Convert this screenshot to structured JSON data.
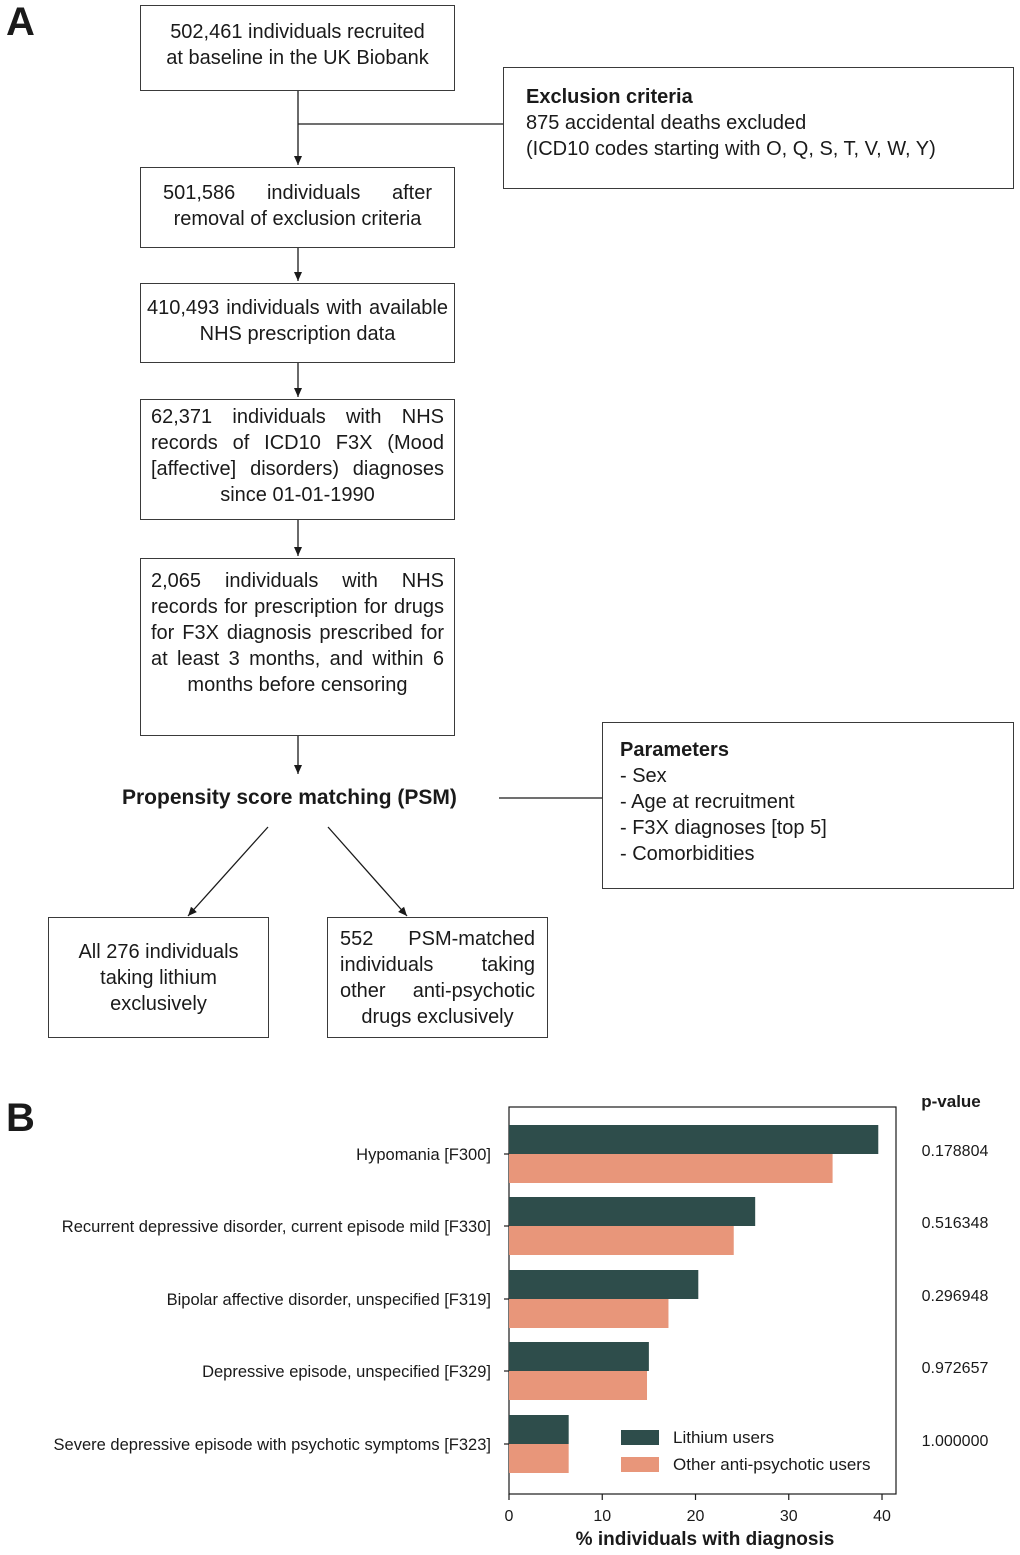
{
  "panel_a": {
    "label": "A",
    "boxes": [
      {
        "id": "recruited",
        "text": "502,461 individuals recruited at baseline in the UK Biobank"
      },
      {
        "id": "after_exclusion",
        "text": "501,586 individuals after removal of exclusion criteria"
      },
      {
        "id": "nhs_prescription",
        "text": "410,493 individuals with available NHS prescription data"
      },
      {
        "id": "f3x_records",
        "text": "62,371 individuals with NHS records of ICD10 F3X (Mood [affective] disorders) diagnoses since 01-01-1990"
      },
      {
        "id": "f3x_drugs",
        "text": "2,065 individuals with NHS records for prescription for drugs for F3X diagnosis prescribed for at least 3 months, and within 6 months before censoring"
      },
      {
        "id": "lithium",
        "text": "All 276 individuals taking lithium exclusively"
      },
      {
        "id": "psm_matched",
        "text": "552 PSM-matched individuals taking other anti-psychotic drugs exclusively"
      }
    ],
    "exclusion": {
      "title": "Exclusion criteria",
      "lines": [
        "875 accidental deaths excluded",
        "(ICD10 codes starting with O, Q, S, T, V, W, Y)"
      ]
    },
    "psm_label": "Propensity score matching (PSM)",
    "parameters": {
      "title": "Parameters",
      "items": [
        "- Sex",
        "- Age at recruitment",
        "- F3X diagnoses [top 5]",
        "- Comorbidities"
      ]
    }
  },
  "panel_b": {
    "label": "B",
    "pvalue_header": "p-value"
  },
  "chart_data": {
    "type": "bar",
    "orientation": "horizontal",
    "categories": [
      "Hypomania [F300]",
      "Recurrent depressive disorder, current episode mild [F330]",
      "Bipolar affective disorder, unspecified [F319]",
      "Depressive episode, unspecified [F329]",
      "Severe depressive episode with psychotic symptoms [F323]"
    ],
    "series": [
      {
        "name": "Lithium users",
        "color": "#2e4d4b",
        "values": [
          39.6,
          26.4,
          20.3,
          15.0,
          6.4
        ]
      },
      {
        "name": "Other anti-psychotic users",
        "color": "#e8967a",
        "values": [
          34.7,
          24.1,
          17.1,
          14.8,
          6.4
        ]
      }
    ],
    "p_values": [
      "0.178804",
      "0.516348",
      "0.296948",
      "0.972657",
      "1.000000"
    ],
    "xlabel": "% individuals with diagnosis",
    "xlim": [
      0,
      41.5
    ],
    "xticks": [
      0,
      10,
      20,
      30,
      40
    ],
    "grid": false,
    "legend_position": "lower right"
  }
}
